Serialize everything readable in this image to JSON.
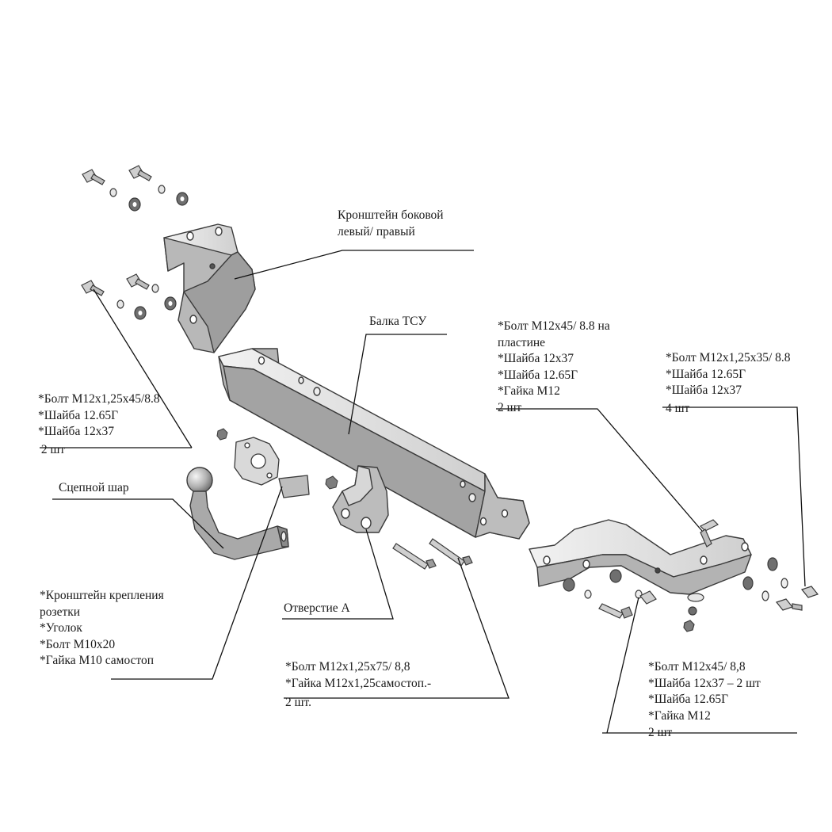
{
  "labels": {
    "side_bracket": [
      "Кронштейн боковой",
      "левый/ правый"
    ],
    "beam": [
      "Балка ТСУ"
    ],
    "left_bolts": [
      "*Болт М12х1,25х45/8.8",
      "*Шайба 12.65Г",
      "*Шайба 12х37",
      " 2 шт"
    ],
    "ball": [
      "Сцепной шар"
    ],
    "socket_bracket": [
      "*Кронштейн крепления",
      "розетки",
      "*Уголок",
      "*Болт М10х20",
      "*Гайка М10 самостоп"
    ],
    "hole_a": [
      "Отверстие А"
    ],
    "center_bolts": [
      "*Болт М12х1,25х75/ 8,8",
      "*Гайка М12х1,25самостоп.-",
      "2 шт."
    ],
    "plate_bolts": [
      "*Болт М12х45/ 8.8 на",
      "пластине",
      "*Шайба 12х37",
      "*Шайба 12.65Г",
      "*Гайка М12",
      "2 шт"
    ],
    "right_bolts": [
      "*Болт М12х1,25х35/ 8.8",
      "*Шайба 12.65Г",
      "*Шайба 12х37",
      "4 шт"
    ],
    "bottom_right_bolts": [
      "*Болт М12х45/ 8,8",
      "*Шайба 12х37 – 2 шт",
      "*Шайба 12.65Г",
      "*Гайка М12",
      "2 шт"
    ]
  },
  "colors": {
    "metal_light": "#d9d9d9",
    "metal_mid": "#b3b3b3",
    "metal_dark": "#7a7a7a",
    "outline": "#3a3a3a",
    "leader": "#111111"
  }
}
